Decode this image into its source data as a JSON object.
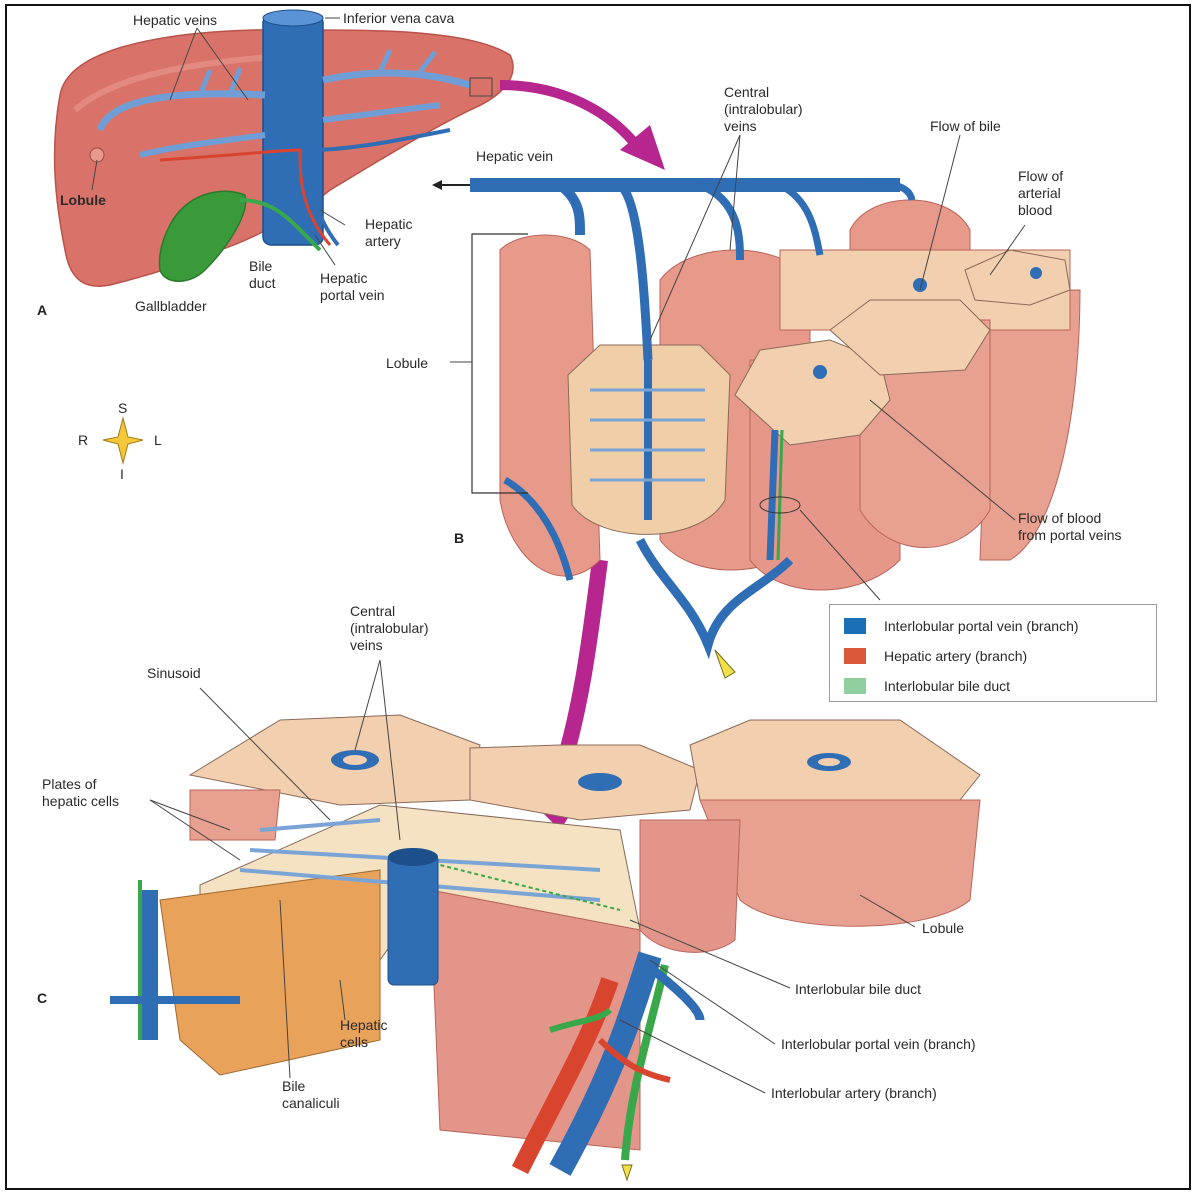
{
  "panels": {
    "a": "A",
    "b": "B",
    "c": "C"
  },
  "compass": {
    "s": "S",
    "r": "R",
    "l": "L",
    "i": "I"
  },
  "labels_a": {
    "hepatic_veins": "Hepatic veins",
    "inferior_vena_cava": "Inferior vena cava",
    "lobule": "Lobule",
    "gallbladder": "Gallbladder",
    "bile_duct": "Bile\nduct",
    "hepatic_artery": "Hepatic\nartery",
    "hepatic_portal_vein": "Hepatic\nportal vein"
  },
  "labels_b": {
    "central_veins": "Central\n(intralobular)\nveins",
    "hepatic_vein": "Hepatic vein",
    "flow_of_bile": "Flow of bile",
    "flow_of_arterial_blood": "Flow of\narterial\nblood",
    "lobule": "Lobule",
    "flow_from_portal": "Flow of blood\nfrom portal veins"
  },
  "labels_c": {
    "central_veins": "Central\n(intralobular)\nveins",
    "sinusoid": "Sinusoid",
    "plates": "Plates of\nhepatic cells",
    "lobule": "Lobule",
    "bile_duct": "Interlobular bile duct",
    "portal_vein": "Interlobular portal vein (branch)",
    "artery": "Interlobular artery (branch)",
    "hepatic_cells": "Hepatic\ncells",
    "bile_canaliculi": "Bile\ncanaliculi"
  },
  "legend": {
    "items": [
      {
        "label": "Interlobular portal vein (branch)",
        "color": "#1b6fb5"
      },
      {
        "label": "Hepatic artery (branch)",
        "color": "#d9593a"
      },
      {
        "label": "Interlobular bile duct",
        "color": "#8fcfa0"
      }
    ]
  },
  "colors": {
    "liver": "#d9736a",
    "vein": "#2f6db5",
    "artery": "#d9442e",
    "bile": "#39a84a",
    "lobule": "#e8a08e",
    "lobule_top": "#f2cfae",
    "arrow": "#b7258e"
  }
}
